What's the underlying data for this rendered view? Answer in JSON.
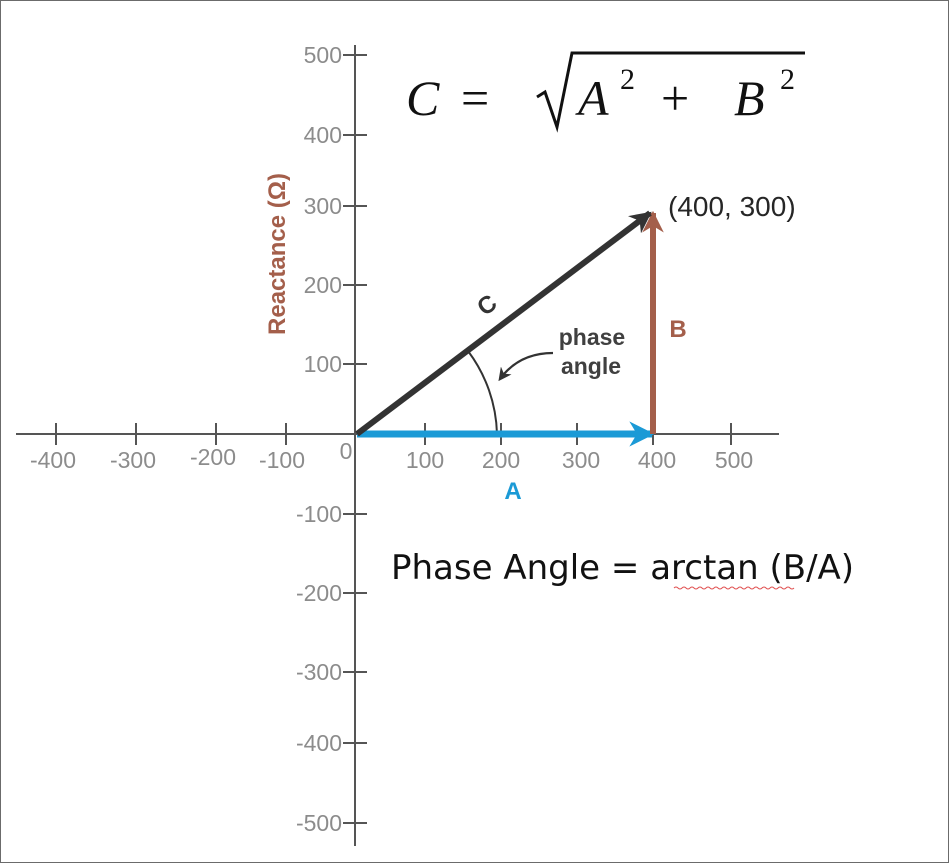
{
  "axes": {
    "x_ticks": [
      "-400",
      "-300",
      "-200",
      "-100",
      "0",
      "100",
      "200",
      "300",
      "400",
      "500"
    ],
    "y_ticks": [
      "500",
      "400",
      "300",
      "200",
      "100",
      "-100",
      "-200",
      "-300",
      "-400",
      "-500"
    ],
    "y_label": "Reactance (Ω)"
  },
  "vectors": {
    "a_label": "A",
    "b_label": "B",
    "c_label": "C",
    "a_color": "#1b9ad6",
    "b_color": "#a45f4b",
    "c_color": "#333333"
  },
  "point_label": "(400, 300)",
  "phase_note": {
    "line1": "phase",
    "line2": "angle"
  },
  "formula_c": {
    "lhs": "C",
    "eq": "=",
    "a": "A",
    "exp_a": "2",
    "plus": "+",
    "b": "B",
    "exp_b": "2"
  },
  "formula_phase": {
    "prefix": "Phase Angle = ",
    "func": "arctan",
    "suffix": " (B/A)"
  }
}
